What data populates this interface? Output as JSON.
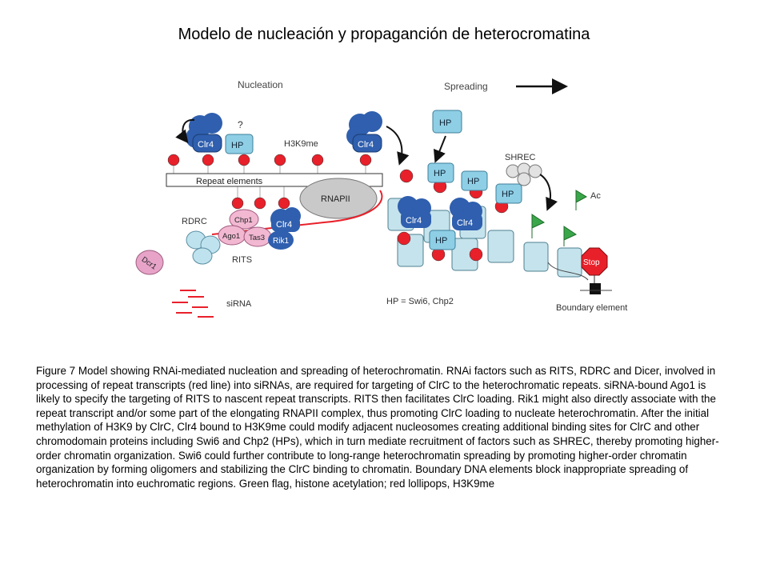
{
  "title": "Modelo de nucleación y propaganción de heterocromatina",
  "figure": {
    "labels": {
      "nucleation": "Nucleation",
      "spreading": "Spreading",
      "question": "?",
      "h3k9me": "H3K9me",
      "repeat_elements": "Repeat elements",
      "rnapii": "RNAPII",
      "rdrc": "RDRC",
      "rits": "RITS",
      "sirna": "siRNA",
      "shrec": "SHREC",
      "ac": "Ac",
      "stop": "Stop",
      "boundary_element": "Boundary element",
      "hp_legend": "HP = Swi6, Chp2",
      "clr4": "Clr4",
      "hp": "HP",
      "chp1": "Chp1",
      "ago1": "Ago1",
      "tas3": "Tas3",
      "rik1": "Rik1",
      "dcr1": "Dcr1"
    },
    "colors": {
      "clr4_blue": "#2f5fae",
      "hp_cyan": "#8ecfe6",
      "h3k9me_red": "#e8202a",
      "rits_pink": "#f2b8d2",
      "acetyl_green": "#3aa64a",
      "rnapii_gray": "#c9c9c9",
      "dcr1_pink": "#e7a3c8",
      "nucleosome": "#c5e3ec"
    }
  },
  "caption": "Figure 7 Model showing RNAi-mediated nucleation and spreading of heterochromatin. RNAi factors such as RITS, RDRC and Dicer, involved in processing of repeat transcripts (red line) into siRNAs, are required for targeting of ClrC to the heterochromatic repeats. siRNA-bound Ago1 is likely to specify the targeting of RITS to nascent repeat transcripts. RITS then facilitates ClrC loading. Rik1 might also directly associate with the repeat transcript and/or some part of the elongating RNAPII complex, thus promoting ClrC loading to nucleate heterochromatin. After the initial methylation of H3K9 by ClrC, Clr4 bound to H3K9me could modify adjacent nucleosomes creating additional binding sites for ClrC and other chromodomain proteins including Swi6 and Chp2 (HPs), which in turn mediate recruitment of factors such as SHREC, thereby promoting higher-order chromatin organization. Swi6 could further contribute to long-range heterochromatin spreading by promoting higher-order chromatin organization by forming oligomers and stabilizing the ClrC binding to chromatin. Boundary DNA elements block inappropriate spreading of heterochromatin into euchromatic regions. Green flag, histone acetylation; red lollipops, H3K9me"
}
